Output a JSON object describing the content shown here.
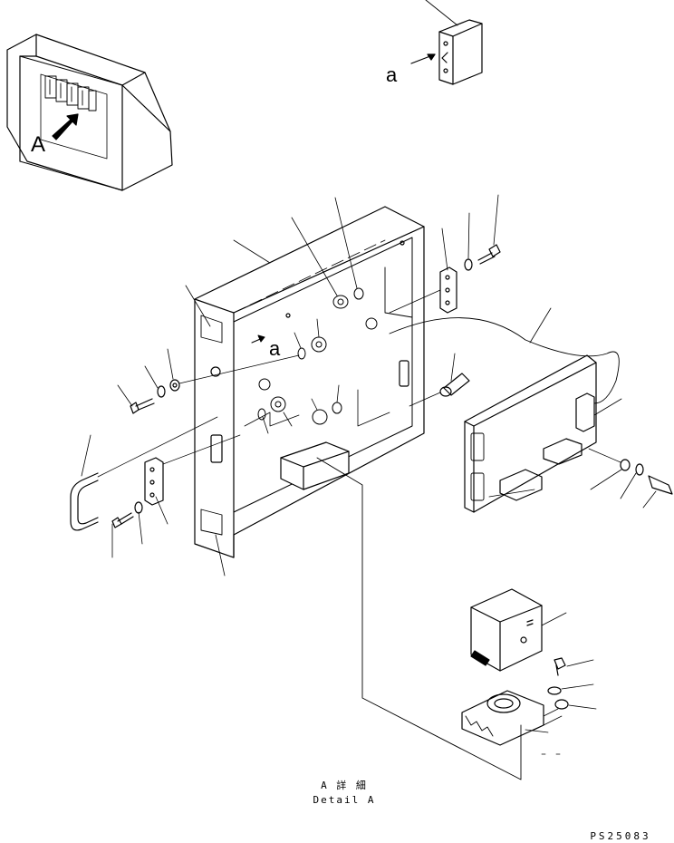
{
  "labels": {
    "view_a": "A",
    "view_a_small": "a",
    "arrow_a": "a"
  },
  "caption": {
    "detail_jp": "A 詳 細",
    "detail_en": "Detail A"
  },
  "drawing_code": "PS25083"
}
